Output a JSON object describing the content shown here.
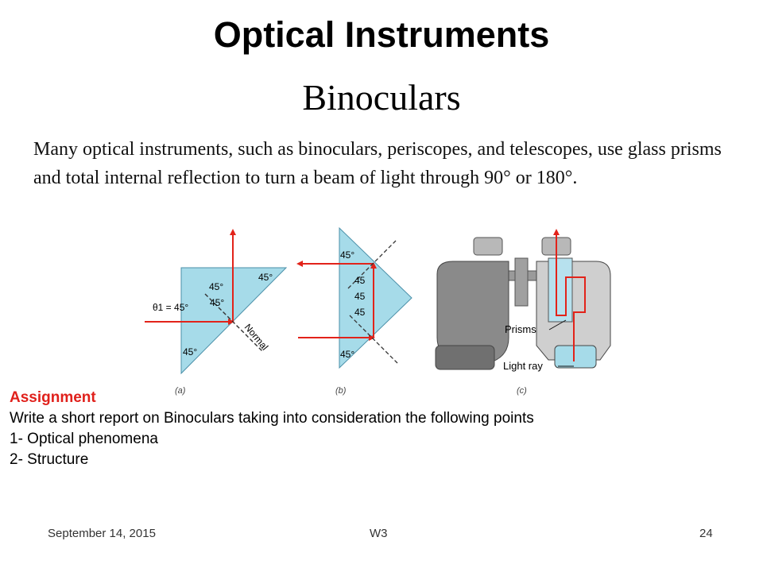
{
  "slide": {
    "title": "Optical Instruments",
    "subtitle": "Binoculars",
    "intro": "Many optical instruments, such as binoculars, periscopes, and telescopes, use glass prisms and total internal reflection to turn a beam of light through 90° or 180°."
  },
  "figure": {
    "panel_a": {
      "angle_top": "45°",
      "angle_mid": "45°",
      "angle_bottom": "45°",
      "theta_label": "θ1 = 45°",
      "normal_label": "Normal",
      "caption": "(a)"
    },
    "panel_b": {
      "angle_top": "45°",
      "angle_mid1": "45",
      "angle_mid2": "45",
      "angle_mid3": "45",
      "angle_bottom": "45°",
      "caption": "(b)"
    },
    "panel_c": {
      "prisms_label": "Prisms",
      "light_ray_label": "Light ray",
      "caption": "(c)"
    },
    "colors": {
      "prism": "#a6dbe9",
      "ray": "#e2231a",
      "outline": "#333333",
      "body": "#8a8a8a"
    }
  },
  "assignment": {
    "heading": "Assignment",
    "line1": "Write a short report on Binoculars taking into consideration the following points",
    "item1": "1- Optical phenomena",
    "item2": "2- Structure"
  },
  "footer": {
    "date": "September 14, 2015",
    "code": "W3",
    "page": "24"
  }
}
